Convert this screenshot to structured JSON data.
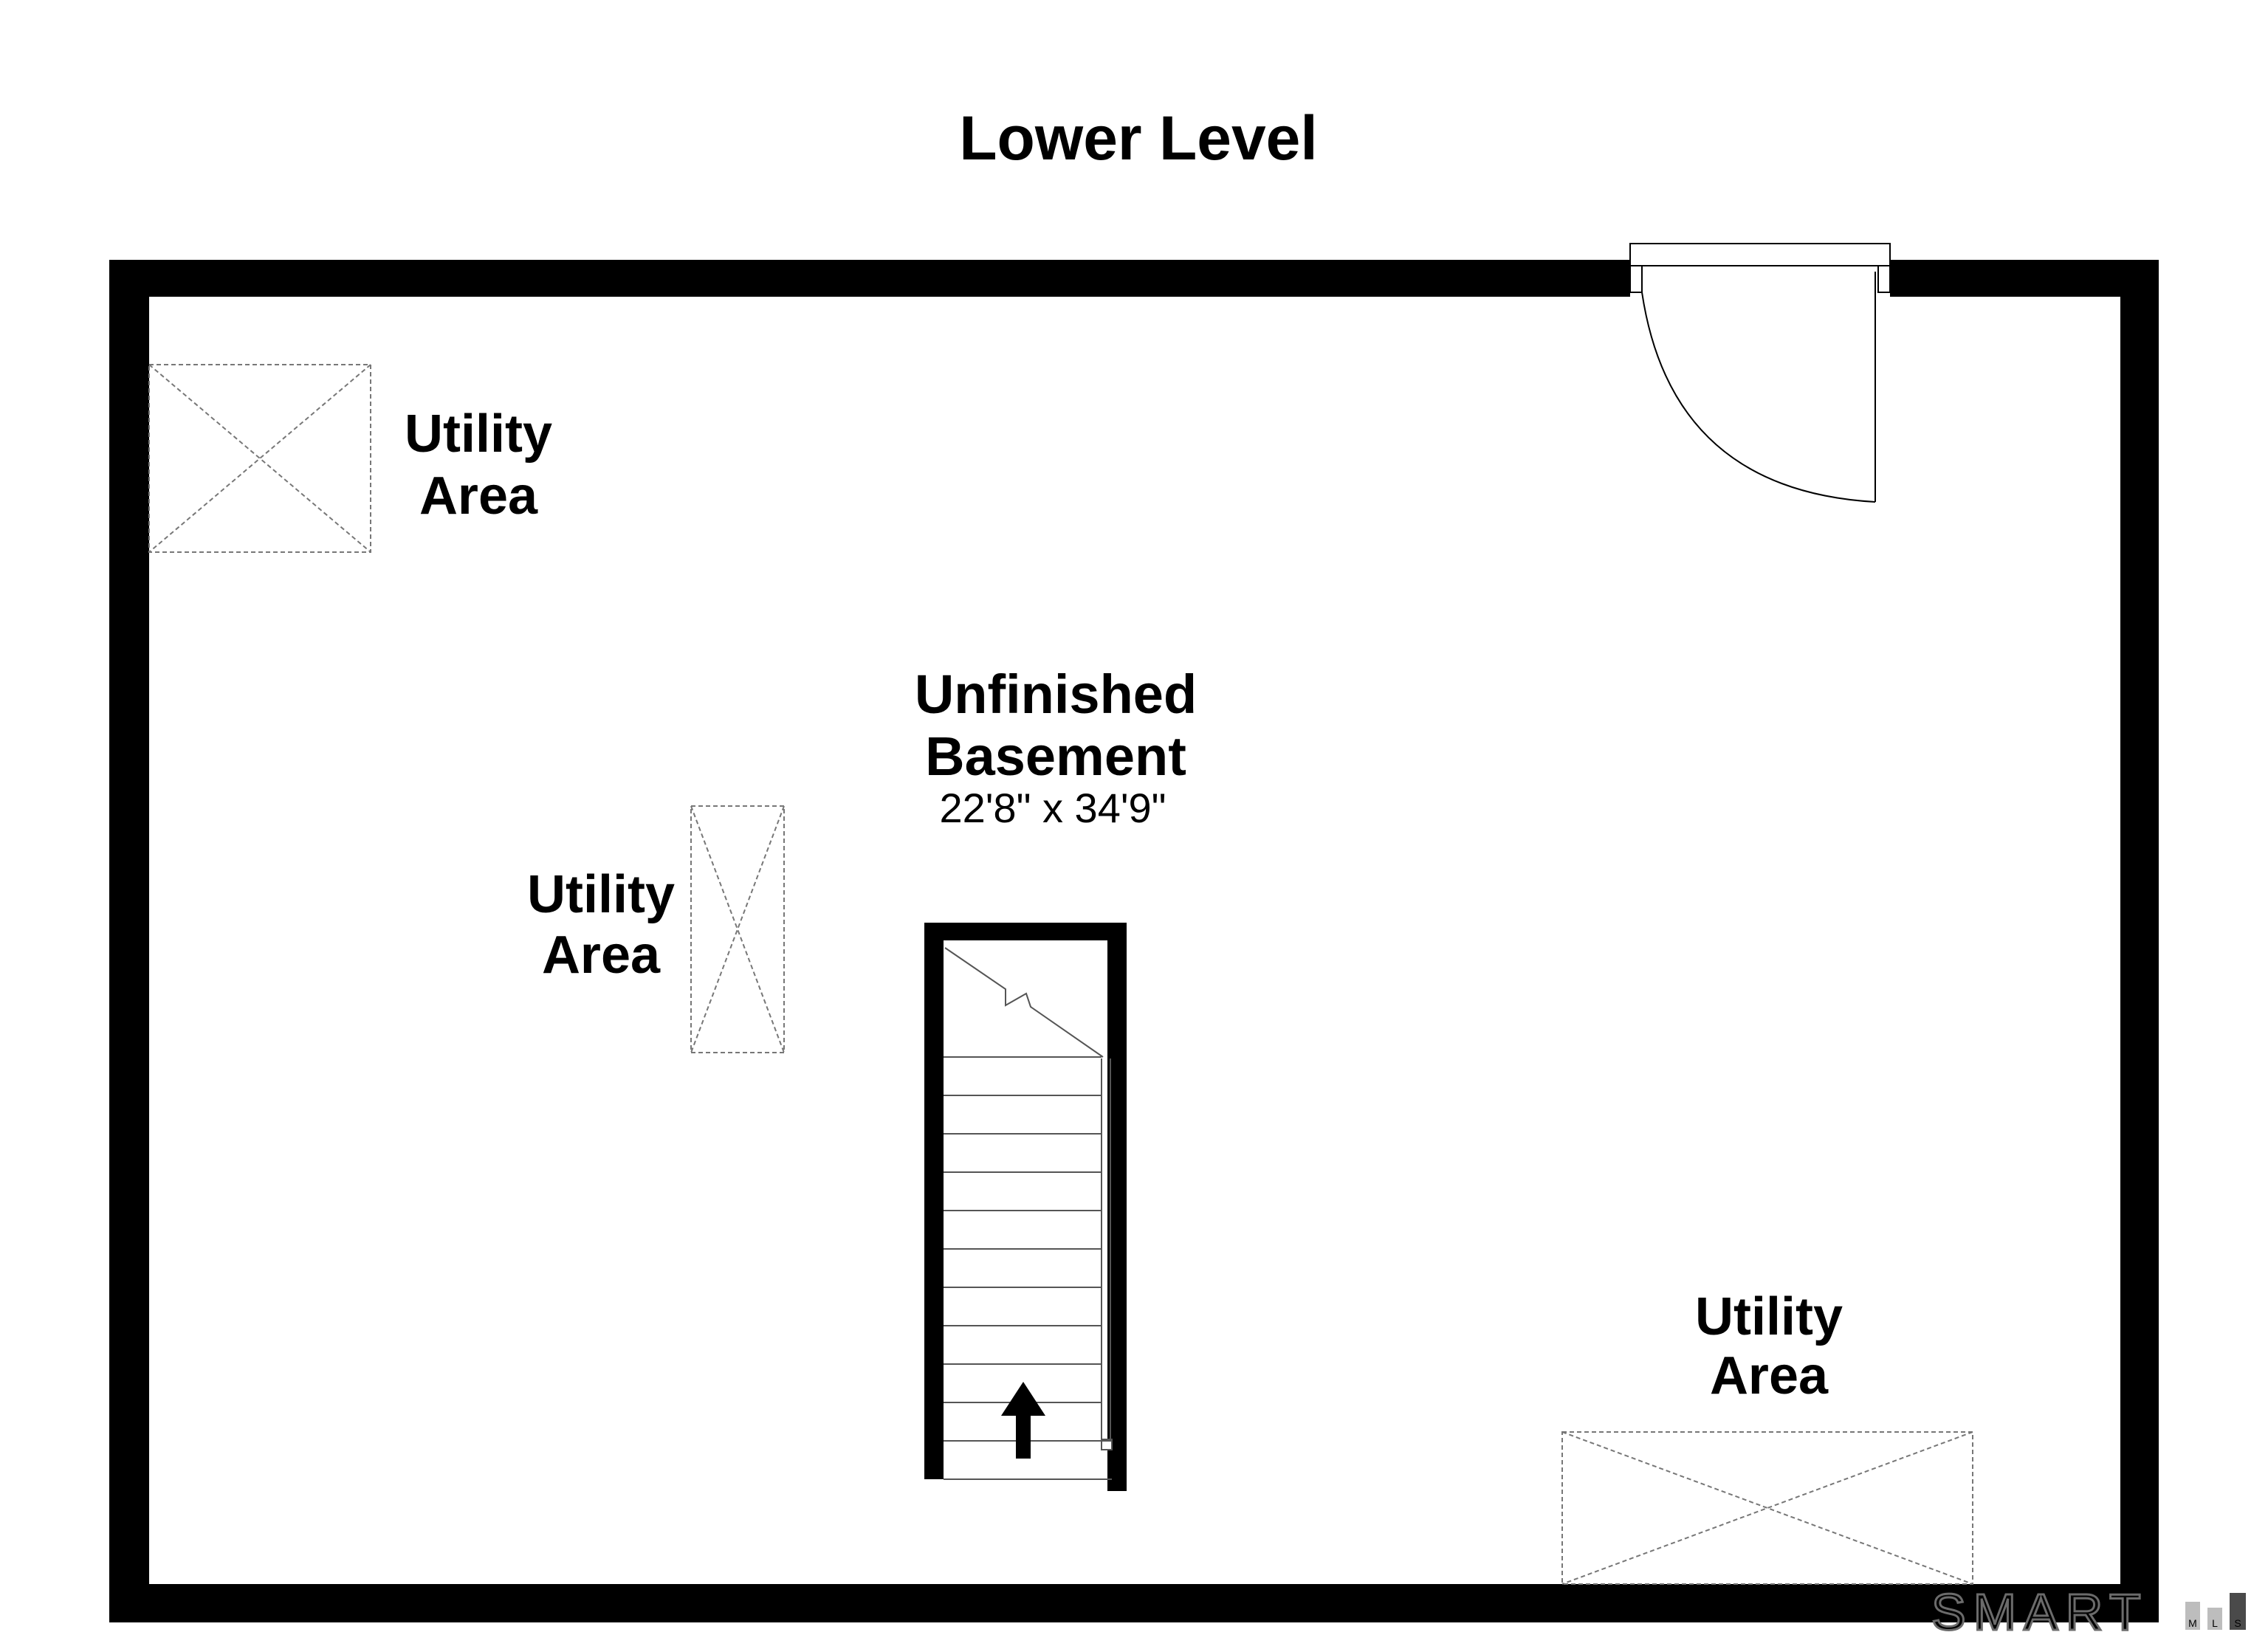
{
  "title": "Lower Level",
  "rooms": [
    {
      "name_line1": "Unfinished",
      "name_line2": "Basement",
      "dimensions": "22'8\" x 34'9\""
    }
  ],
  "utility_areas": [
    {
      "line1": "Utility",
      "line2": "Area"
    },
    {
      "line1": "Utility",
      "line2": "Area"
    },
    {
      "line1": "Utility",
      "line2": "Area"
    }
  ],
  "logo": {
    "text": "SMART",
    "sub": [
      "M",
      "L",
      "S"
    ]
  },
  "icons": {
    "stair_direction": "up-arrow-icon",
    "door": "door-swing-icon"
  }
}
